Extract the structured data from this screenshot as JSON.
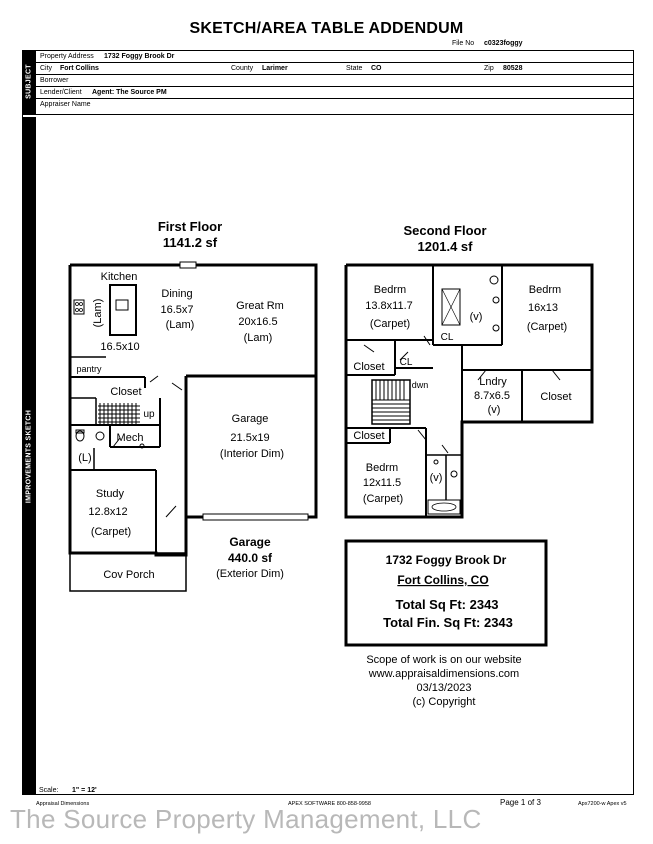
{
  "header": {
    "title": "SKETCH/AREA TABLE ADDENDUM",
    "file_no_label": "File No",
    "file_no": "c0323foggy"
  },
  "sidebar": {
    "subject": "SUBJECT",
    "improvements": "IMPROVEMENTS SKETCH"
  },
  "subject": {
    "property_address_label": "Property Address",
    "property_address": "1732 Foggy Brook Dr",
    "city_label": "City",
    "city": "Fort Collins",
    "county_label": "County",
    "county": "Larimer",
    "state_label": "State",
    "state": "CO",
    "zip_label": "Zip",
    "zip": "80528",
    "borrower_label": "Borrower",
    "lender_label": "Lender/Client",
    "lender": "Agent: The Source PM",
    "appraiser_label": "Appraiser Name"
  },
  "first_floor": {
    "title": "First Floor",
    "area": "1141.2 sf",
    "rooms": {
      "kitchen": "Kitchen",
      "lam_vertical": "(Lam)",
      "kitchen_dim": "16.5x10",
      "pantry": "pantry",
      "dining": "Dining",
      "dining_dim": "16.5x7",
      "dining_mat": "(Lam)",
      "great_rm": "Great Rm",
      "great_rm_dim": "20x16.5",
      "great_rm_mat": "(Lam)",
      "closet": "Closet",
      "up": "up",
      "mech": "Mech",
      "laundry_l": "(L)",
      "study": "Study",
      "study_dim": "12.8x12",
      "study_mat": "(Carpet)",
      "cov_porch": "Cov Porch",
      "garage": "Garage",
      "garage_dim": "21.5x19",
      "garage_note": "(Interior Dim)"
    }
  },
  "garage_label": {
    "title": "Garage",
    "area": "440.0 sf",
    "note": "(Exterior Dim)"
  },
  "second_floor": {
    "title": "Second Floor",
    "area": "1201.4 sf",
    "rooms": {
      "bedrm1": "Bedrm",
      "bedrm1_dim": "13.8x11.7",
      "bedrm1_mat": "(Carpet)",
      "bedrm2": "Bedrm",
      "bedrm2_dim": "16x13",
      "bedrm2_mat": "(Carpet)",
      "v1": "(v)",
      "cl1": "CL",
      "cl2": "CL",
      "closet1": "Closet",
      "dwn": "dwn",
      "lndry": "Lndry",
      "lndry_dim": "8.7x6.5",
      "v2": "(v)",
      "closet2": "Closet",
      "closet3": "Closet",
      "bedrm3": "Bedrm",
      "bedrm3_dim": "12x11.5",
      "bedrm3_mat": "(Carpet)",
      "v3": "(v)"
    }
  },
  "summary": {
    "address": "1732 Foggy Brook Dr",
    "city": "Fort Collins, CO",
    "total_sqft": "Total Sq Ft:  2343",
    "total_fin_sqft": "Total Fin. Sq Ft:  2343"
  },
  "notes": {
    "scope": "Scope of work is on our website",
    "website": "www.appraisaldimensions.com",
    "date": "03/13/2023",
    "copyright": "(c) Copyright"
  },
  "scale": {
    "label": "Scale:",
    "value": "1\" = 12'"
  },
  "footer": {
    "left": "Appraisal Dimensions",
    "center": "APEX SOFTWARE 800-858-9958",
    "page": "Page 1 of 3",
    "right": "Apx7200-w Apex v5"
  },
  "watermark": "The Source Property Management, LLC"
}
